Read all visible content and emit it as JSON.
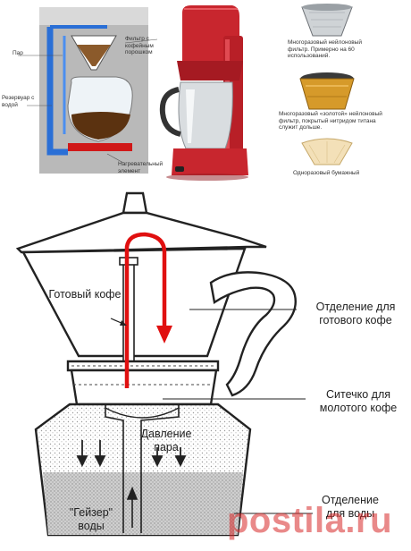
{
  "top_left_diagram": {
    "steam": "Пар",
    "filter": "Фильтр с кофейным порошком",
    "reservoir": "Резервуар с водой",
    "heater": "Нагревательный элемент"
  },
  "filters_panel": {
    "nylon": "Многоразовый нейлоновый фильтр. Примерно на 60 использований.",
    "gold": "Многоразовый «золотой» нейлоновый фильтр, покрытый нитридом титана служит дольше.",
    "paper": "Одноразовый бумажный"
  },
  "moka_diagram": {
    "ready_coffee": "Готовый кофе",
    "compartment_ready": "Отделение для готового кофе",
    "sieve": "Ситечко  для молотого кофе",
    "steam_pressure": "Давление пара",
    "geyser": "\"Гейзер\" воды",
    "water_compartment": "Отделение для воды"
  },
  "watermark": "postila.ru",
  "colors": {
    "reservoir_blue": "#2a6fd6",
    "coffee_brown": "#5b3210",
    "heater_red": "#d01818",
    "arrow_red": "#e01010",
    "machine_red": "#c8262e"
  }
}
